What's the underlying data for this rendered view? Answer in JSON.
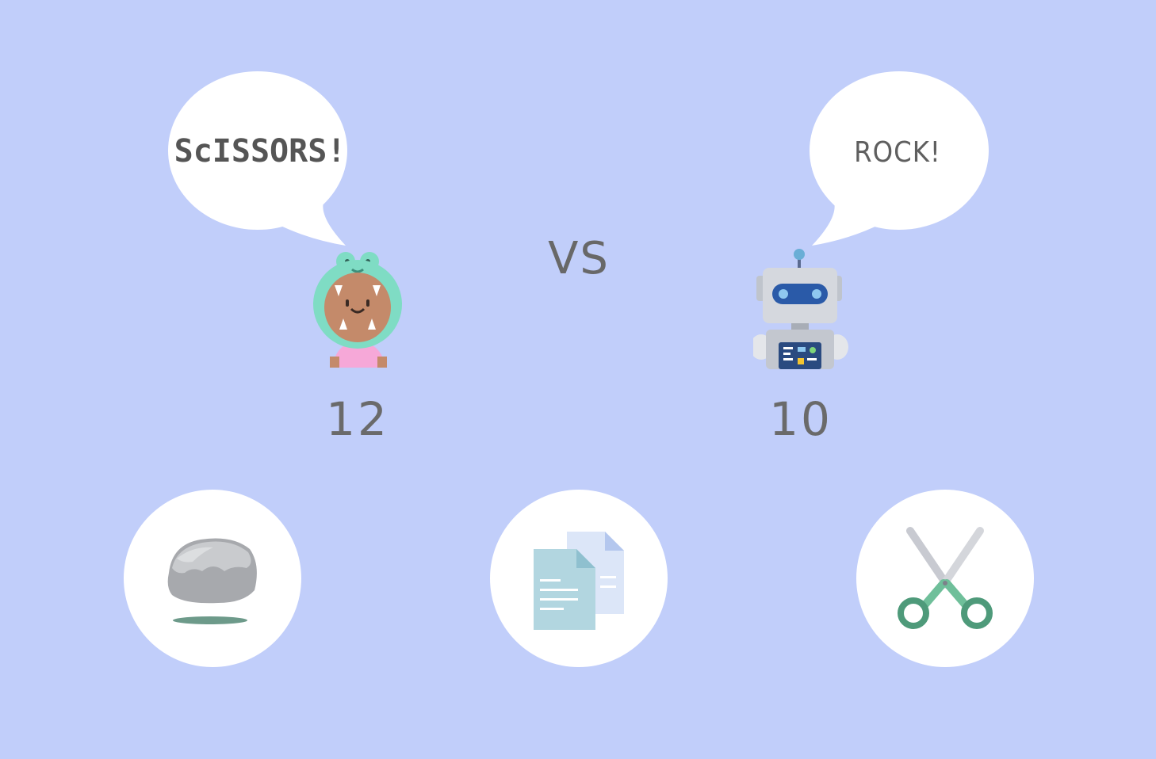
{
  "player": {
    "shout": "ScISSORS!",
    "score": "12"
  },
  "cpu": {
    "shout": "ROCK!",
    "score": "10"
  },
  "vs_label": "VS",
  "choices": [
    {
      "name": "rock",
      "icon": "rock-icon"
    },
    {
      "name": "paper",
      "icon": "paper-icon"
    },
    {
      "name": "scissors",
      "icon": "scissors-icon"
    }
  ],
  "colors": {
    "background": "#c1cefa",
    "bubble": "#ffffff",
    "text": "#6b6b6b"
  }
}
